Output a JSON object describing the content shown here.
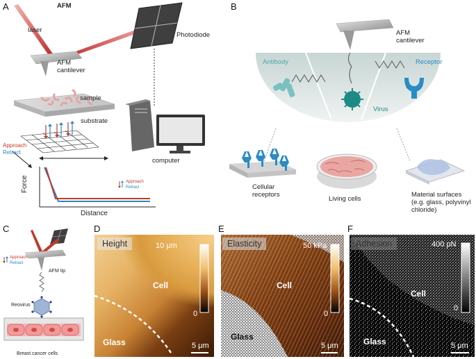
{
  "panels": {
    "a": "A",
    "b": "B",
    "c": "C",
    "d": "D",
    "e": "E",
    "f": "F"
  },
  "panel_a": {
    "title": "AFM",
    "laser": "laser",
    "photodiode": "Photodiode",
    "cantilever": "AFM\ncantilever",
    "sample": "sample",
    "substrate": "substrate",
    "approach": "Approach",
    "retract": "Retract",
    "computer": "computer",
    "legend_approach": "Approach",
    "legend_retract": "Retract",
    "ylabel": "Force",
    "xlabel": "Distance"
  },
  "panel_b": {
    "cantilever": "AFM\ncantilever",
    "antibody": "Antibody",
    "receptor": "Receptor",
    "virus": "Virus",
    "cellular_receptors": "Cellular\nreceptors",
    "living_cells": "Living cells",
    "material_surfaces": "Material surfaces\n(e.g. glass, polyvinyl\nchloride)"
  },
  "panel_c": {
    "approach": "Approach",
    "retract": "Retract",
    "afm_tip": "AFM tip",
    "reovirus": "Reovirus",
    "cells": "Breast cancer cells"
  },
  "panel_d": {
    "title": "Height",
    "scale_top": "10 μm",
    "scale_bottom": "0",
    "cell": "Cell",
    "glass": "Glass",
    "scalebar": "5 μm"
  },
  "panel_e": {
    "title": "Elasticity",
    "scale_top": "50 kPa",
    "scale_bottom": "0",
    "cell": "Cell",
    "glass": "Glass",
    "scalebar": "5 μm"
  },
  "panel_f": {
    "title": "Adhesion",
    "scale_top": "400 pN",
    "scale_bottom": "0",
    "cell": "Cell",
    "glass": "Glass",
    "scalebar": "5 μm"
  },
  "chart_data": {
    "type": "line",
    "xlabel": "Distance",
    "ylabel": "Force",
    "series": [
      {
        "name": "Approach",
        "color": "#c0392b"
      },
      {
        "name": "Retract",
        "color": "#2e86c1"
      }
    ]
  },
  "colors": {
    "approach": "#c0392b",
    "retract": "#2e86c1",
    "teal": "#1d8a86",
    "receptor_blue": "#2a8cc4"
  }
}
